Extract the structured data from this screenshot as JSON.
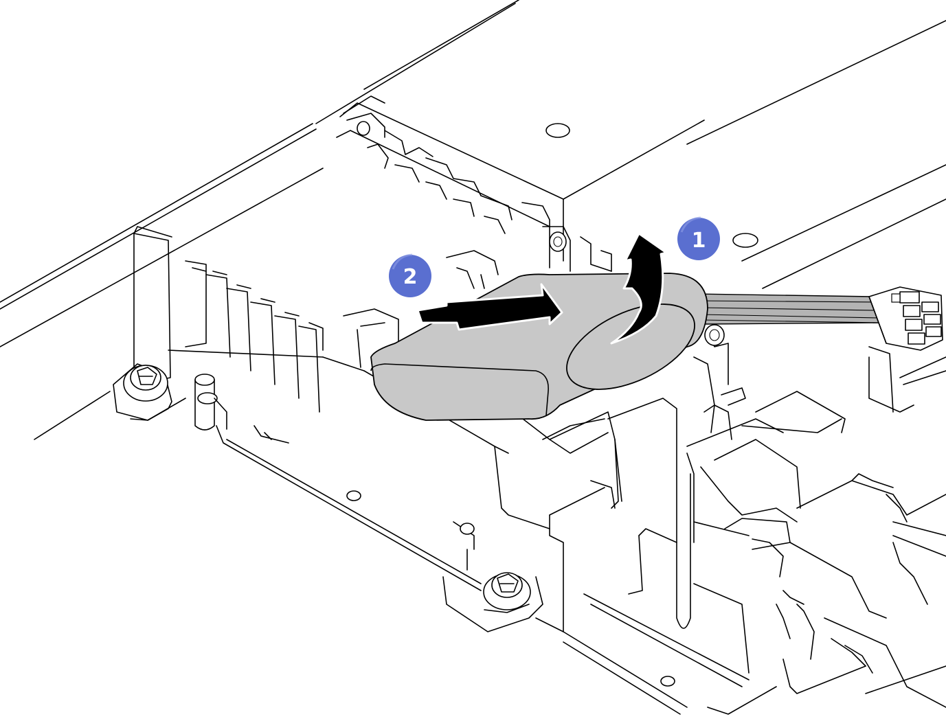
{
  "callouts": [
    {
      "number": "1",
      "action": "lift"
    },
    {
      "number": "2",
      "action": "slide"
    }
  ],
  "colors": {
    "callout_fill": "#5a6fd0",
    "callout_highlight": "#8f9fe6",
    "module_fill": "#c8c8c8",
    "cable_fill": "#b4b4b4",
    "arrow_fill": "#000000",
    "line_art": "#000000",
    "background": "#ffffff"
  }
}
